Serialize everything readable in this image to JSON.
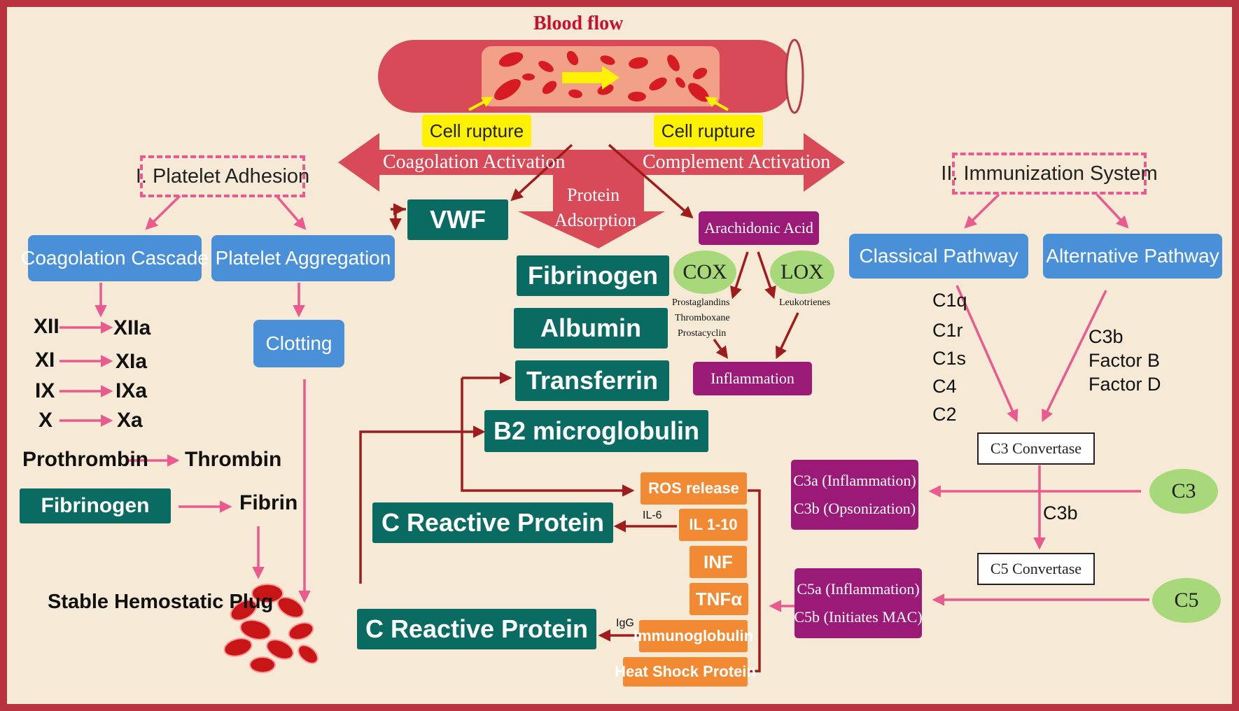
{
  "title": "Blood flow",
  "cell_rupture": [
    "Cell rupture",
    "Cell rupture"
  ],
  "banner": {
    "left": "Coagolation Activation",
    "right": "Complement Activation",
    "center": [
      "Protein",
      "Adsorption"
    ]
  },
  "section_left": "I. Platelet Adhesion",
  "section_right": "II. Immunization System",
  "coagulation_cascade": "Coagolation Cascade",
  "platelet_aggregation": "Platelet Aggregation",
  "clotting": "Clotting",
  "factors": [
    {
      "from": "XII",
      "to": "XIIa"
    },
    {
      "from": "XI",
      "to": "XIa"
    },
    {
      "from": "IX",
      "to": "IXa"
    },
    {
      "from": "X",
      "to": "Xa"
    }
  ],
  "prothrombin": "Prothrombin",
  "thrombin": "Thrombin",
  "fibrinogen_left": "Fibrinogen",
  "fibrin": "Fibrin",
  "stable_plug": "Stable Hemostatic Plug",
  "proteins": {
    "vwf": "VWF",
    "fibrinogen": "Fibrinogen",
    "albumin": "Albumin",
    "transferrin": "Transferrin",
    "b2": "B2 microglobulin"
  },
  "crp": [
    "C Reactive Protein",
    "C Reactive Protein"
  ],
  "il6": "IL-6",
  "igg": "IgG",
  "cytokines": [
    "ROS release",
    "IL 1-10",
    "INF",
    "TNFα",
    "Immunoglobulin",
    "Heat Shock Protein"
  ],
  "arachidonic": "Arachidonic Acid",
  "cox": "COX",
  "lox": "LOX",
  "cox_products": [
    "Prostaglandins",
    "Thromboxane",
    "Prostacyclin"
  ],
  "leukotrienes": "Leukotrienes",
  "inflammation": "Inflammation",
  "classical": "Classical Pathway",
  "alternative": "Alternative Pathway",
  "classical_factors": [
    "C1q",
    "C1r",
    "C1s",
    "C4",
    "C2"
  ],
  "alternative_factors": [
    "C3b",
    "Factor B",
    "Factor D"
  ],
  "c3_convertase": "C3 Convertase",
  "c5_convertase": "C5 Convertase",
  "c3": "C3",
  "c5": "C5",
  "c3b_label": "C3b",
  "c3_products": [
    "C3a (Inflammation)",
    "C3b (Opsonization)"
  ],
  "c5_products": [
    "C5a (Inflammation)",
    "C5b (Initiates MAC)"
  ],
  "colors": {
    "frame": "#b8333d",
    "teal": "#0a6b62",
    "blue": "#4a90d8",
    "purple": "#9b1a78",
    "orange": "#f28a33",
    "pink": "#ea5a8e",
    "darkred": "#a01c1c"
  }
}
